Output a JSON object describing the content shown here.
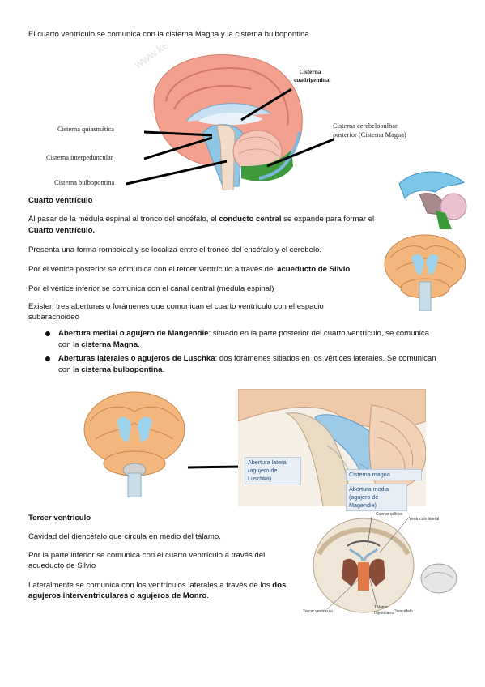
{
  "title": "El cuarto ventrículo se comunica con la cisterna Magna y la cisterna bulbopontina",
  "fig1": {
    "labels": {
      "cuadrigeminal": "Cisterna cuadrigeminal",
      "quiasmatica": "Cisterna quiasmática",
      "interpeduncular": "Cisterna interpeduncular",
      "bulbopontina": "Cisterna bulbopontina",
      "cerebelobulbar_1": "Cisterna cerebelobulbar",
      "cerebelobulbar_2": "posterior (Cisterna Magna)"
    },
    "watermark": "www.ke"
  },
  "section4": {
    "heading": "Cuarto ventrículo",
    "p1_a": "Al pasar de la médula espinal al tronco del encéfalo, el ",
    "p1_b": "conducto central",
    "p1_c": " se expande para formar el",
    "p1_d": "Cuarto ventrículo.",
    "p2": "Presenta una forma romboidal y se localiza entre el tronco del encéfalo y el cerebelo.",
    "p3_a": "Por el vértice posterior se comunica con el tercer ventrículo a través del ",
    "p3_b": "acueducto de Silvio",
    "p4": "Por el vértice inferior se comunica con el canal central (médula espinal)",
    "p5_1": "Existen tres aberturas o forámenes que comunican el cuarto ventrículo con el espacio",
    "p5_2": "subaracnoideo",
    "b1_a": "Abertura medial o agujero de Mangendie",
    "b1_b": ": situado en la parte posterior del cuarto ventrículo, se comunica",
    "b1_c": "con la ",
    "b1_d": "cisterna Magna",
    "b1_e": ".",
    "b2_a": "Aberturas laterales o agujeros de Luschka",
    "b2_b": ": dos forámenes sitiados en los vértices laterales. Se comunican",
    "b2_c": "con la ",
    "b2_d": "cisterna bulbopontina",
    "b2_e": "."
  },
  "fig3": {
    "lateral_1": "Abertura lateral",
    "lateral_2": "(agujero de Luschka)",
    "magna": "Cisterna magna",
    "media_1": "Abertura media",
    "media_2": "(agujero de Magendie)"
  },
  "section3": {
    "heading": "Tercer ventrículo",
    "p1": "Cavidad del diencéfalo que circula en medio del tálamo.",
    "p2_1": "Por la parte inferior se comunica con el cuarto ventrículo a través del",
    "p2_2": "acueducto de Silvio",
    "p3_a": "Lateralmente se comunica con los ventrículos laterales a través de los ",
    "p3_b": "dos",
    "p3_c": "agujeros interventriculares o agujeros de Monro",
    "p3_d": "."
  },
  "fig4": {
    "cuerpo_calloso": "Cuerpo calloso",
    "ventriculo_lateral": "Ventrículo lateral",
    "tercer_ventriculo": "Tercer ventrículo",
    "talamo": "Tálamo",
    "hipotalamo": "Hipotálamo",
    "diencefalo": "Diencéfalo"
  }
}
